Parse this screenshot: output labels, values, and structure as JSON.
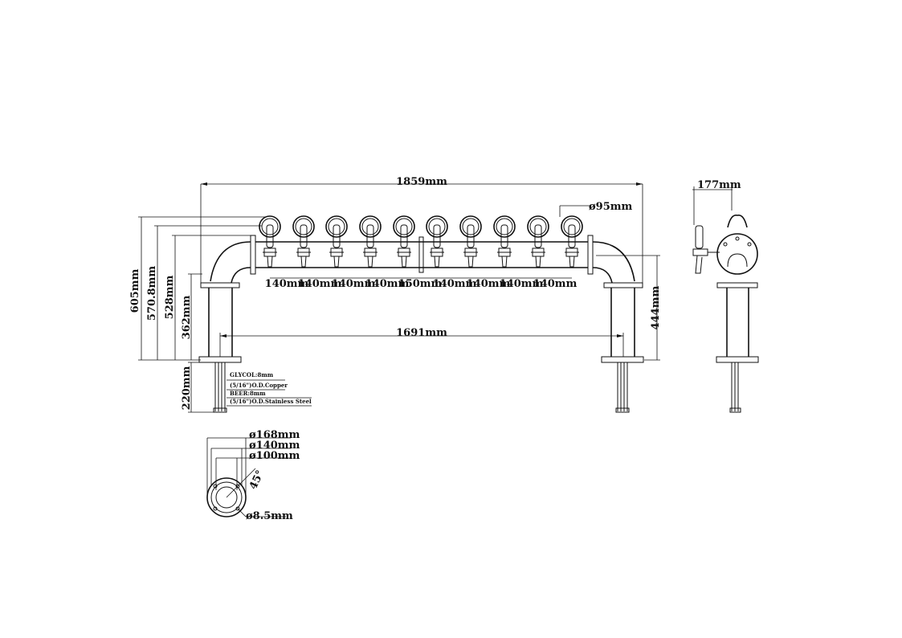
{
  "front": {
    "overall_width": "1859mm",
    "tap_diameter": "ø95mm",
    "spacings": [
      "140mm",
      "140mm",
      "140mm",
      "140mm",
      "150mm",
      "140mm",
      "140mm",
      "140mm",
      "140mm"
    ],
    "height_605": "605mm",
    "height_570": "570.8mm",
    "height_528": "528mm",
    "height_362": "362mm",
    "height_444": "444mm",
    "leg_span": "1691mm",
    "shank_220": "220mm"
  },
  "notes": {
    "line1": "GLYCOL:8mm",
    "line2": "(5/16\")O.D.Copper",
    "line3": "BEER:8mm",
    "line4": "(5/16\")O.D.Stainless Steel"
  },
  "side": {
    "depth": "177mm"
  },
  "base": {
    "d168": "ø168mm",
    "d140": "ø140mm",
    "d100": "ø100mm",
    "angle": "45°",
    "hole": "ø8.5mm"
  }
}
